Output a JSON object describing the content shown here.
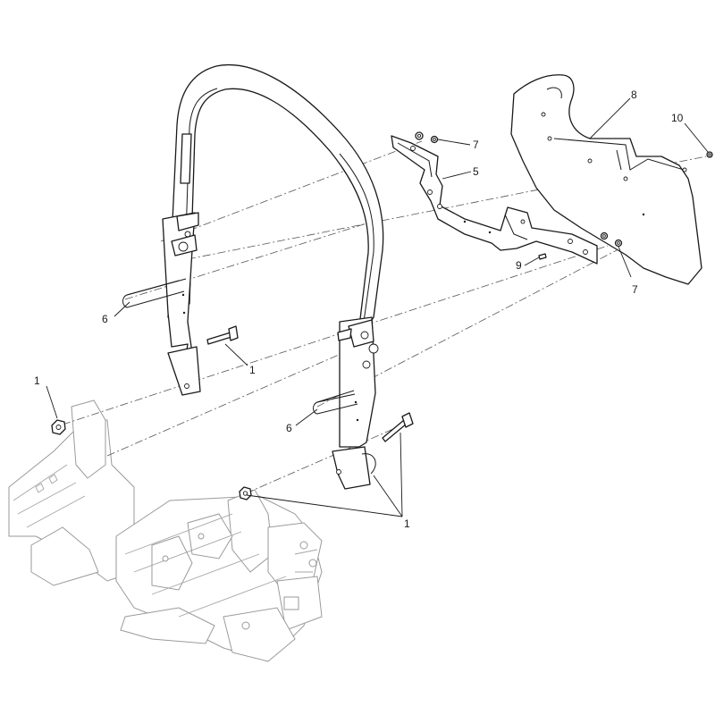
{
  "callouts": [
    {
      "id": "c1a",
      "label": "1"
    },
    {
      "id": "c1b",
      "label": "1"
    },
    {
      "id": "c1c",
      "label": "1"
    },
    {
      "id": "c5",
      "label": "5"
    },
    {
      "id": "c6a",
      "label": "6"
    },
    {
      "id": "c6b",
      "label": "6"
    },
    {
      "id": "c7a",
      "label": "7"
    },
    {
      "id": "c7b",
      "label": "7"
    },
    {
      "id": "c8",
      "label": "8"
    },
    {
      "id": "c9",
      "label": "9"
    },
    {
      "id": "c10",
      "label": "10"
    }
  ]
}
